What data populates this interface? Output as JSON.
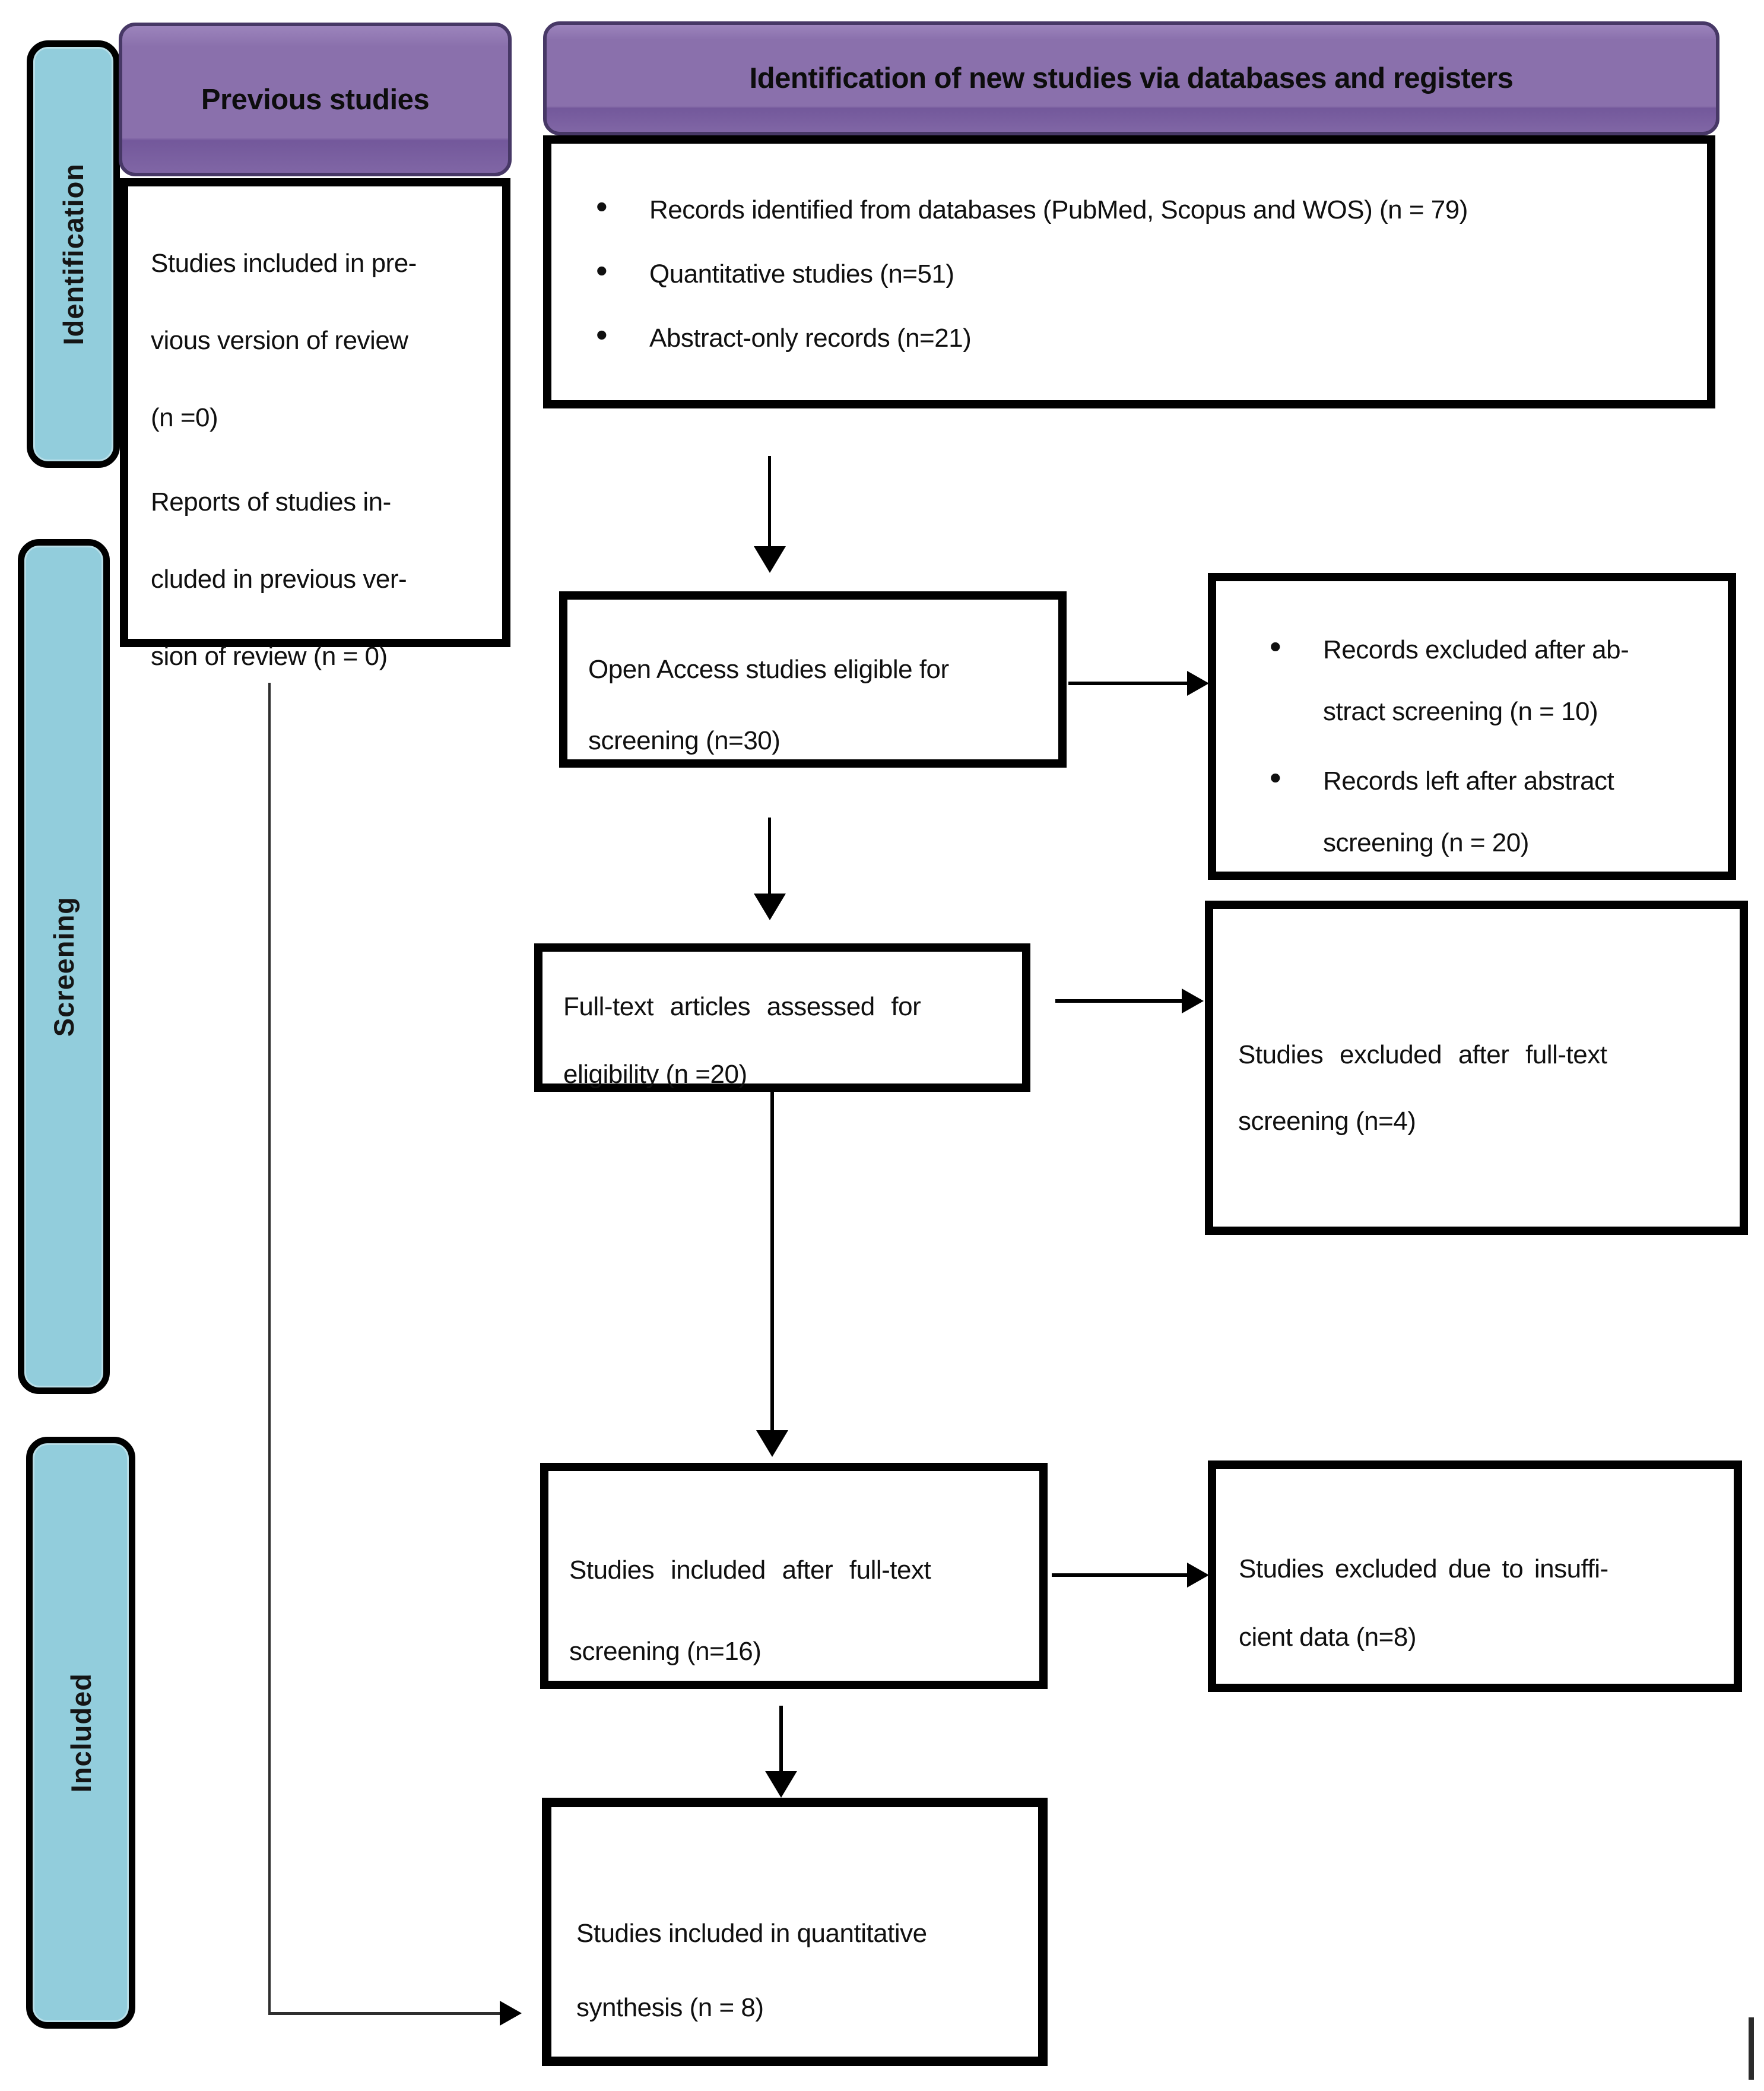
{
  "rails": {
    "identification": "Identification",
    "screening": "Screening",
    "included": "Included"
  },
  "headers": {
    "previous": "Previous studies",
    "new_studies": "Identification of new studies via databases and registers"
  },
  "boxes": {
    "previous": {
      "p1": [
        "Studies included in pre-",
        "vious version of review",
        "(n =0)"
      ],
      "p2": [
        "Reports of studies in-",
        "cluded in previous ver-",
        "sion of review (n = 0)"
      ]
    },
    "records": {
      "bullets": [
        "Records identified from databases (PubMed, Scopus and WOS) (n = 79)",
        "Quantitative studies (n=51)",
        "Abstract-only records (n=21)"
      ]
    },
    "open_access": {
      "lines": [
        "Open Access studies eligible for",
        "screening (n=30)"
      ]
    },
    "excluded_abstract": {
      "b1": [
        "Records excluded after ab-",
        "stract screening (n = 10)"
      ],
      "b2": [
        "Records left after abstract",
        "screening (n = 20)"
      ]
    },
    "full_text": {
      "lines": [
        "Full-text articles assessed for",
        "eligibility (n =20)"
      ]
    },
    "excluded_fulltext": {
      "lines": [
        "Studies excluded after full-text",
        "screening (n=4)"
      ]
    },
    "included_fulltext": {
      "lines": [
        "Studies included after full-text",
        "screening (n=16)"
      ]
    },
    "excluded_insufficient": {
      "lines": [
        "Studies excluded due to insuffi-",
        "cient data (n=8)"
      ]
    },
    "quantitative": {
      "lines": [
        "Studies included in quantitative",
        "synthesis (n = 8)"
      ]
    }
  },
  "counts": {
    "records_identified": 79,
    "quantitative_studies": 51,
    "abstract_only": 21,
    "previous_included": 0,
    "previous_reports": 0,
    "open_access_eligible": 30,
    "excluded_abstract": 10,
    "left_after_abstract": 20,
    "fulltext_assessed": 20,
    "excluded_fulltext": 4,
    "included_fulltext": 16,
    "excluded_insufficient": 8,
    "quantitative_synthesis": 8
  },
  "colors": {
    "rail_fill": "#92CDDC",
    "header_fill": "#8A70AC",
    "header_border": "#473866",
    "box_border": "#000000",
    "background": "#FFFFFF"
  }
}
